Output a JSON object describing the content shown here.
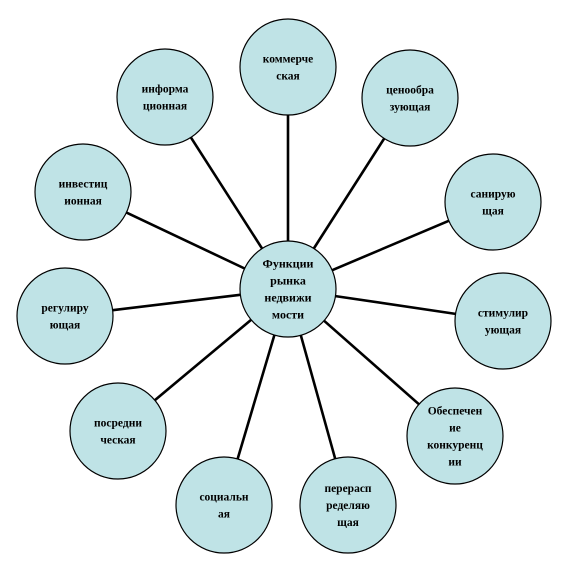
{
  "center": {
    "lines": [
      "Функции",
      "рынка",
      "недвижи",
      "мости"
    ]
  },
  "nodes": [
    {
      "id": "kommercheskaya",
      "lines": [
        "коммерче",
        "ская"
      ]
    },
    {
      "id": "cenoobrazuyuschaya",
      "lines": [
        "ценообра",
        "зующая"
      ]
    },
    {
      "id": "saniruyuschaya",
      "lines": [
        "санирую",
        "щая"
      ]
    },
    {
      "id": "stimuliruyuschaya",
      "lines": [
        "стимулир",
        "ующая"
      ]
    },
    {
      "id": "obespechenie-konkurencii",
      "lines": [
        "Обеспечен",
        "ие",
        "конкуренц",
        "ии"
      ]
    },
    {
      "id": "pereraspredelyayuschaya",
      "lines": [
        "перерасп",
        "ределяю",
        "щая"
      ]
    },
    {
      "id": "socialnaya",
      "lines": [
        "социальн",
        "ая"
      ]
    },
    {
      "id": "posrednicheskaya",
      "lines": [
        "посредни",
        "ческая"
      ]
    },
    {
      "id": "reguliruyuschaya",
      "lines": [
        "регулиру",
        "ющая"
      ]
    },
    {
      "id": "investicionnaya",
      "lines": [
        "инвестиц",
        "ионная"
      ]
    },
    {
      "id": "informacionnaya",
      "lines": [
        "информа",
        "ционная"
      ]
    }
  ]
}
